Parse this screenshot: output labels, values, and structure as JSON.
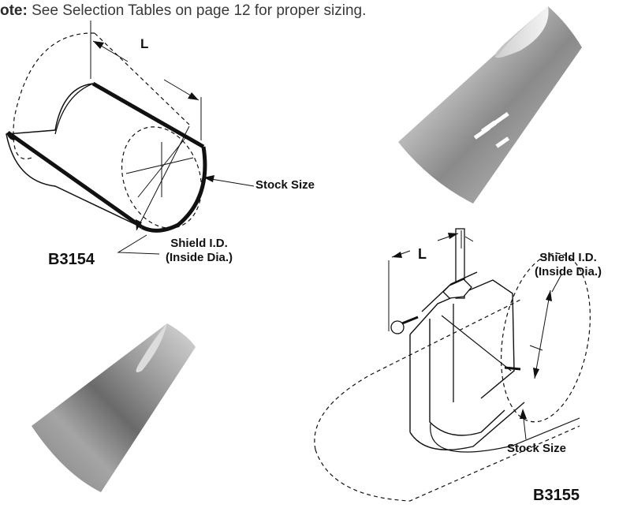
{
  "note": {
    "prefix": "ote:",
    "text": " See Selection Tables on page 12 for proper sizing."
  },
  "b3154": {
    "model": "B3154",
    "dim_l": "L",
    "stock_size": "Stock Size",
    "shield_id_line1": "Shield I.D.",
    "shield_id_line2": "(Inside Dia.)"
  },
  "b3155": {
    "model": "B3155",
    "dim_l": "L",
    "stock_size": "Stock Size",
    "shield_id_line1": "Shield I.D.",
    "shield_id_line2": "(Inside Dia.)"
  }
}
